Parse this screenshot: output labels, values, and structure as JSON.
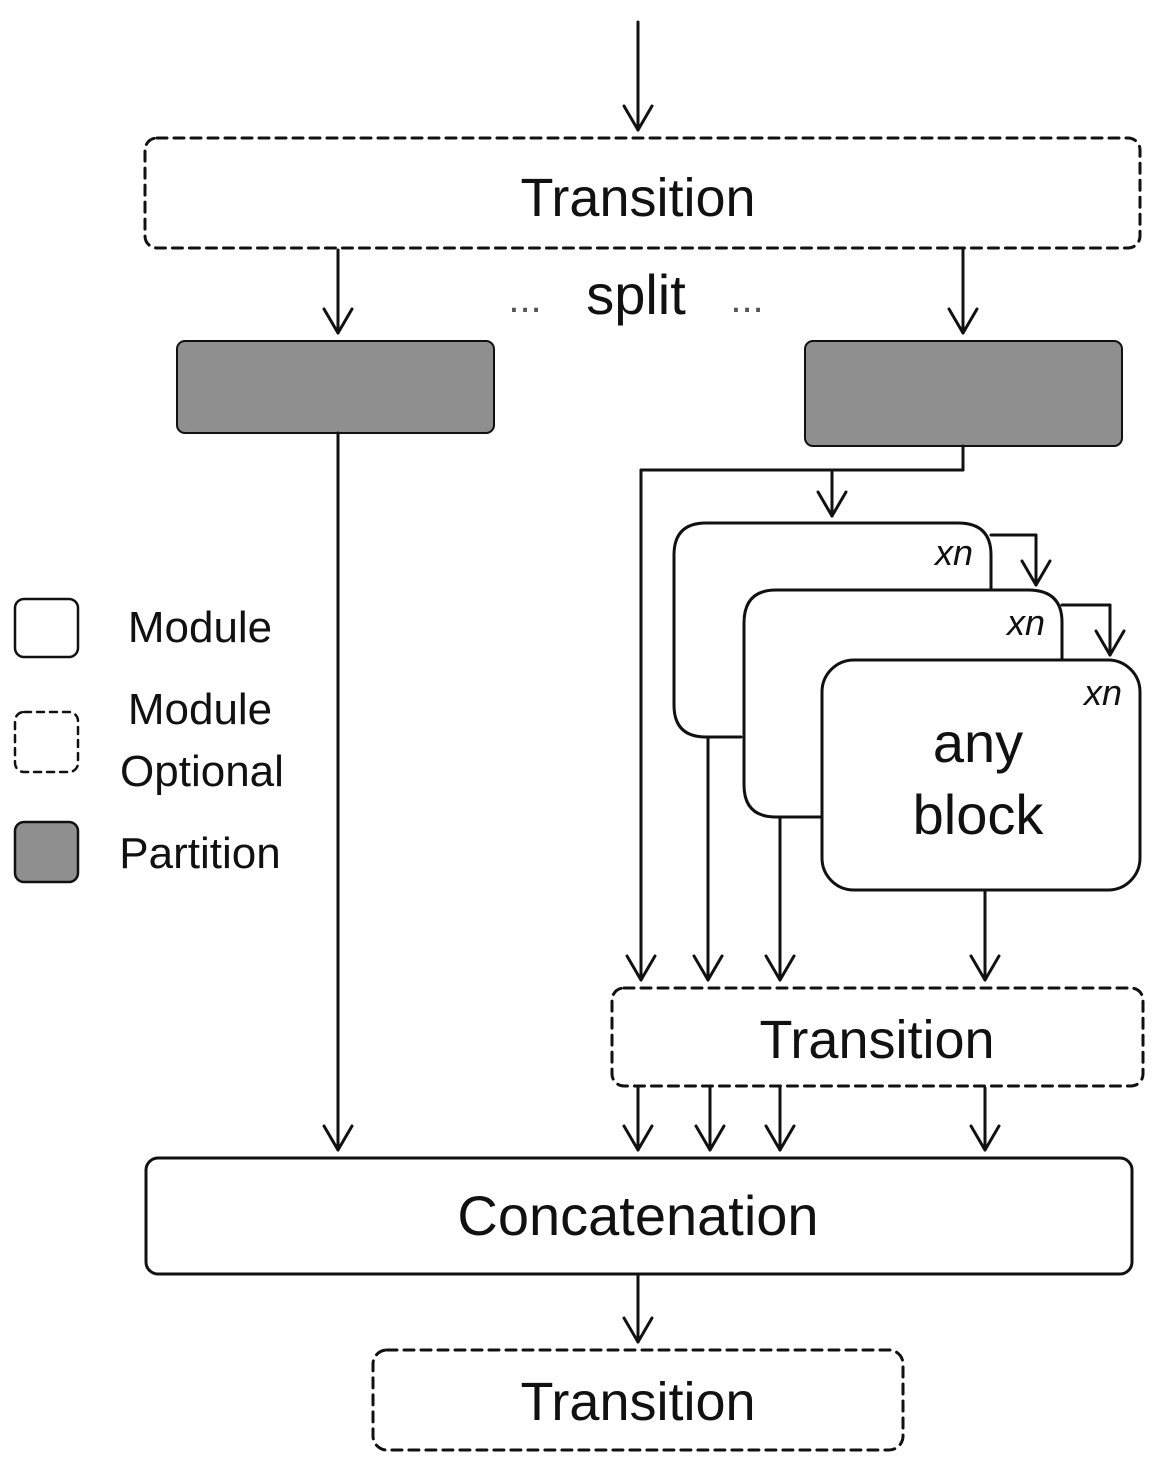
{
  "nodes": {
    "transition_top": "Transition",
    "split": "split",
    "split_dots_left": "...",
    "split_dots_right": "...",
    "repeat_1": "xn",
    "repeat_2": "xn",
    "repeat_3": "xn",
    "block_line1": "any",
    "block_line2": "block",
    "transition_mid": "Transition",
    "concatenation": "Concatenation",
    "transition_bottom": "Transition"
  },
  "legend": {
    "module": "Module",
    "module_optional_line1": "Module",
    "module_optional_line2": "Optional",
    "partition": "Partition"
  },
  "colors": {
    "partition_fill": "#8f8f8f",
    "stroke": "#111111"
  }
}
